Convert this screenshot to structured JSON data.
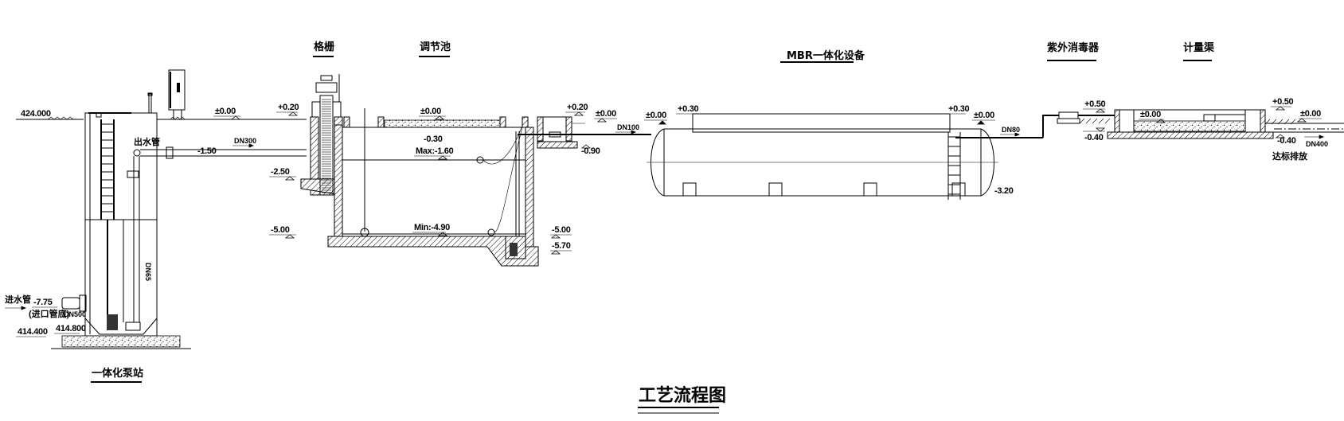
{
  "drawing": {
    "title": "工艺流程图",
    "line_color": "#000000",
    "background": "#ffffff"
  },
  "units": {
    "pump_station": {
      "name": "一体化泵站",
      "ground_elev": "424.000",
      "bottom_elev_outer": "414.400",
      "bottom_elev_inner": "414.800",
      "outlet_label": "出水管",
      "outlet_pipe_elev": "-1.50",
      "outlet_pipe_size": "DN300",
      "inlet_label": "进水管",
      "inlet_elev": "-7.75",
      "inlet_note": "(进口管底)",
      "inlet_pipe_size": "DN500",
      "riser_size": "DN65",
      "ground_zero": "±0.00"
    },
    "screen": {
      "name": "格栅",
      "top_elev": "+0.20",
      "channel_elev": "-2.50",
      "bottom_elev": "-5.00"
    },
    "equalization_tank": {
      "name": "调节池",
      "top_elev": "±0.00",
      "slab_elev": "-0.30",
      "max_level": "Max:-1.60",
      "min_level": "Min:-4.90",
      "pit_top_elev": "-5.00",
      "pit_bottom_elev": "-5.70",
      "valve_well_top": "+0.20",
      "valve_well_ground": "±0.00",
      "valve_well_bottom": "-0.90",
      "outlet_pipe_size": "DN100"
    },
    "mbr": {
      "name": "MBR一体化设备",
      "ground_left": "±0.00",
      "top_left": "+0.30",
      "top_right": "+0.30",
      "ground_right": "±0.00",
      "bottom_elev": "-3.20",
      "outlet_pipe_size": "DN80"
    },
    "uv_disinfector": {
      "name": "紫外消毒器",
      "top_elev": "+0.50",
      "bottom_elev": "-0.40"
    },
    "metering_channel": {
      "name": "计量渠",
      "inner_elev": "±0.00",
      "top_elev": "+0.50",
      "ground_elev": "±0.00",
      "bottom_elev": "-0.40",
      "outlet_pipe_size": "DN400",
      "discharge_label": "达标排放"
    }
  }
}
